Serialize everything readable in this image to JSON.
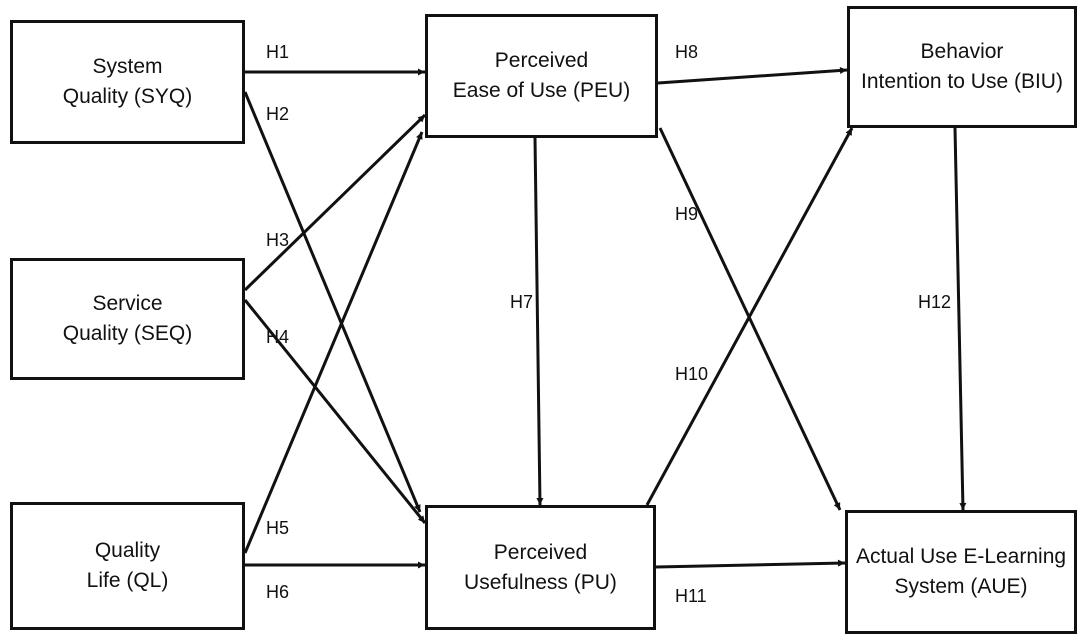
{
  "nodes": {
    "syq": {
      "line1": "System",
      "line2": "Quality (SYQ)"
    },
    "seq": {
      "line1": "Service",
      "line2": "Quality (SEQ)"
    },
    "ql": {
      "line1": "Quality",
      "line2": "Life (QL)"
    },
    "peu": {
      "line1": "Perceived",
      "line2": "Ease of Use (PEU)"
    },
    "pu": {
      "line1": "Perceived",
      "line2": "Usefulness (PU)"
    },
    "biu": {
      "line1": "Behavior",
      "line2": "Intention to Use (BIU)"
    },
    "aue": {
      "line1": "Actual Use E-Learning",
      "line2": "System (AUE)"
    }
  },
  "hypotheses": [
    {
      "id": "H1",
      "from": "syq",
      "to": "peu"
    },
    {
      "id": "H2",
      "from": "syq",
      "to": "pu"
    },
    {
      "id": "H3",
      "from": "seq",
      "to": "peu"
    },
    {
      "id": "H4",
      "from": "seq",
      "to": "pu"
    },
    {
      "id": "H5",
      "from": "ql",
      "to": "peu"
    },
    {
      "id": "H6",
      "from": "ql",
      "to": "pu"
    },
    {
      "id": "H7",
      "from": "peu",
      "to": "pu"
    },
    {
      "id": "H8",
      "from": "peu",
      "to": "biu"
    },
    {
      "id": "H9",
      "from": "peu",
      "to": "aue"
    },
    {
      "id": "H10",
      "from": "pu",
      "to": "biu"
    },
    {
      "id": "H11",
      "from": "pu",
      "to": "aue"
    },
    {
      "id": "H12",
      "from": "biu",
      "to": "aue"
    }
  ]
}
